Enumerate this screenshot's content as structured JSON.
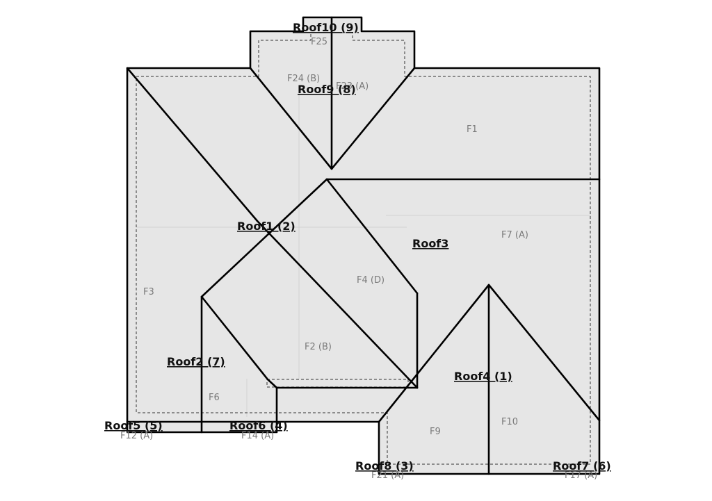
{
  "roofs": [
    {
      "id": "roof1",
      "label": "Roof1  (2)"
    },
    {
      "id": "roof2",
      "label": "Roof2  (7)"
    },
    {
      "id": "roof3",
      "label": "Roof3"
    },
    {
      "id": "roof4",
      "label": "Roof4  (1)"
    },
    {
      "id": "roof5",
      "label": "Roof5  (5)"
    },
    {
      "id": "roof6",
      "label": "Roof6  (4)"
    },
    {
      "id": "roof7",
      "label": "Roof7  (6)"
    },
    {
      "id": "roof8",
      "label": "Roof8  (3)"
    },
    {
      "id": "roof9",
      "label": "Roof9  (8)"
    },
    {
      "id": "roof10",
      "label": "Roof10  (9)"
    }
  ],
  "faces": [
    {
      "id": "f1",
      "label": "F1"
    },
    {
      "id": "f2",
      "label": "F2 (B)"
    },
    {
      "id": "f3",
      "label": "F3"
    },
    {
      "id": "f4",
      "label": "F4 (D)"
    },
    {
      "id": "f6",
      "label": "F6"
    },
    {
      "id": "f7",
      "label": "F7 (A)"
    },
    {
      "id": "f9",
      "label": "F9"
    },
    {
      "id": "f10",
      "label": "F10"
    },
    {
      "id": "f12",
      "label": "F12 (A)"
    },
    {
      "id": "f14",
      "label": "F14 (A)"
    },
    {
      "id": "f17",
      "label": "F17 (A)"
    },
    {
      "id": "f21",
      "label": "F21 (A)"
    },
    {
      "id": "f23",
      "label": "F23 (A)"
    },
    {
      "id": "f24",
      "label": "F24 (B)"
    },
    {
      "id": "f25",
      "label": "F25"
    }
  ],
  "colors": {
    "roof_fill": "#e6e6e6",
    "edge": "#000000",
    "face_text": "#7a7a7a"
  }
}
